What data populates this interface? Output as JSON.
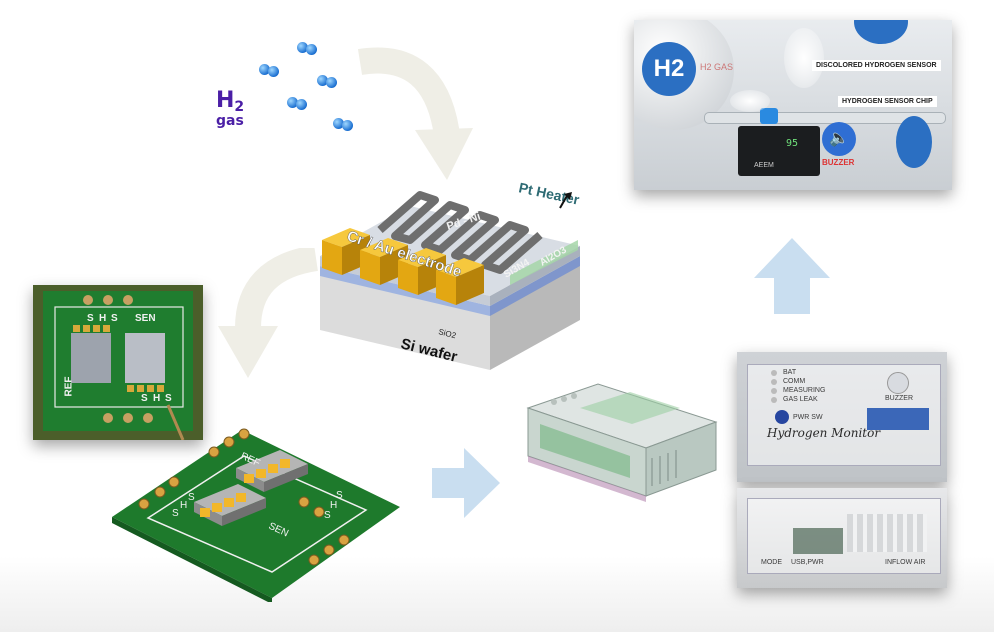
{
  "gas": {
    "symbol": "H",
    "subscript": "2",
    "word": "gas"
  },
  "sensor_diagram": {
    "pt_heater": "Pt Heater",
    "pd_ni": "Pd - Ni",
    "electrode": "Cr / Au electrode",
    "si3n4": "Si3N4",
    "al2o3": "Al2O3",
    "sio2": "SiO2",
    "wafer": "Si wafer"
  },
  "pcb_photo": {
    "labels": [
      "S",
      "H",
      "S",
      "SEN",
      "S",
      "H",
      "S",
      "REF"
    ]
  },
  "pcb_render": {
    "labels": [
      "REF",
      "S",
      "H",
      "S",
      "S",
      "H",
      "S",
      "SEN"
    ]
  },
  "device_photo_top": {
    "leds": [
      "BAT",
      "COMM",
      "MEASURING",
      "GAS LEAK"
    ],
    "switch": "PWR SW",
    "title": "Hydrogen Monitor",
    "buzzer": "BUZZER"
  },
  "device_photo_bottom": {
    "labels": [
      "MODE",
      "USB,PWR",
      "INFLOW AIR"
    ]
  },
  "scene": {
    "logo": "H2",
    "faint": "H2 GAS",
    "callout1": "DISCOLORED HYDROGEN SENSOR",
    "callout2": "HYDROGEN SENSOR CHIP",
    "screen": "95",
    "brand": "AEEM",
    "buzzer": "BUZZER"
  },
  "colors": {
    "arrow": "#c9def0",
    "arrow_curve": "#efeee6",
    "pcb": "#1e7a2c",
    "gold": "#e3a712",
    "logo": "#2b6fc2"
  }
}
